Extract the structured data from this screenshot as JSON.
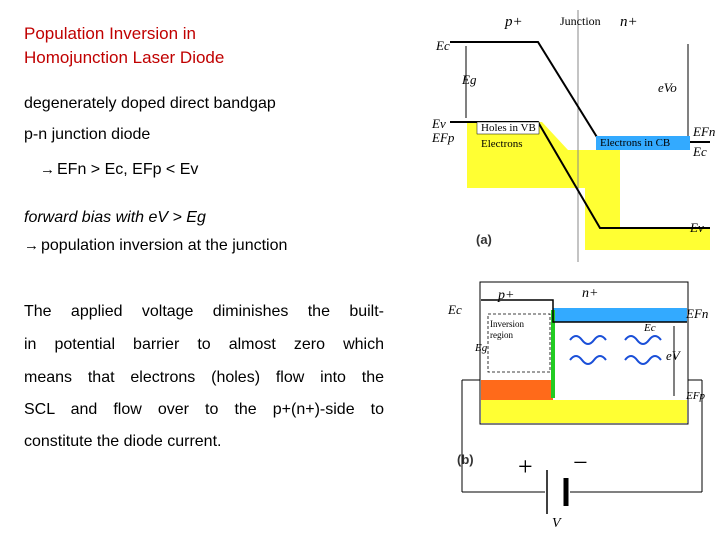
{
  "slide": {
    "title_line1": "Population Inversion in",
    "title_line2": "Homojunction Laser Diode",
    "line1": "degenerately doped direct bandgap",
    "line2": "p-n junction diode",
    "line3_arrow": "→",
    "line3": "EFn > Ec, EFp < Ev",
    "line4": "forward bias with eV > Eg",
    "line5_arrow": "→",
    "line5": "population inversion at the junction",
    "para": [
      "The applied voltage diminishes the built-",
      "in potential barrier to almost zero which",
      "means that electrons (holes) flow into the",
      "SCL and flow over to the p+(n+)-side to",
      "constitute the diode current."
    ]
  },
  "diagram_a": {
    "p_label": "p+",
    "junction_label": "Junction",
    "n_label": "n+",
    "ec": "Ec",
    "eg": "Eg",
    "evo": "eVo",
    "ev_left": "Ev",
    "efp": "EFp",
    "holes": "Holes in VB",
    "electrons": "Electrons",
    "electrons_cb": "Electrons in CB",
    "efn": "EFn",
    "ec_right": "Ec",
    "ev_right": "Ev",
    "panel": "(a)"
  },
  "diagram_b": {
    "p_label": "p+",
    "n_label": "n+",
    "ec": "Ec",
    "inversion": "Inversion region",
    "eg": "Eg",
    "efn": "EFn",
    "ec_right": "Ec",
    "ev": "eV",
    "efp": "EFp",
    "panel": "(b)",
    "plus": "+",
    "minus": "−",
    "v": "V"
  },
  "colors": {
    "title": "#c00000",
    "yellow": "#ffff33",
    "blue": "#33aaff",
    "orange": "#ff6a1a",
    "green": "#22cc22"
  }
}
